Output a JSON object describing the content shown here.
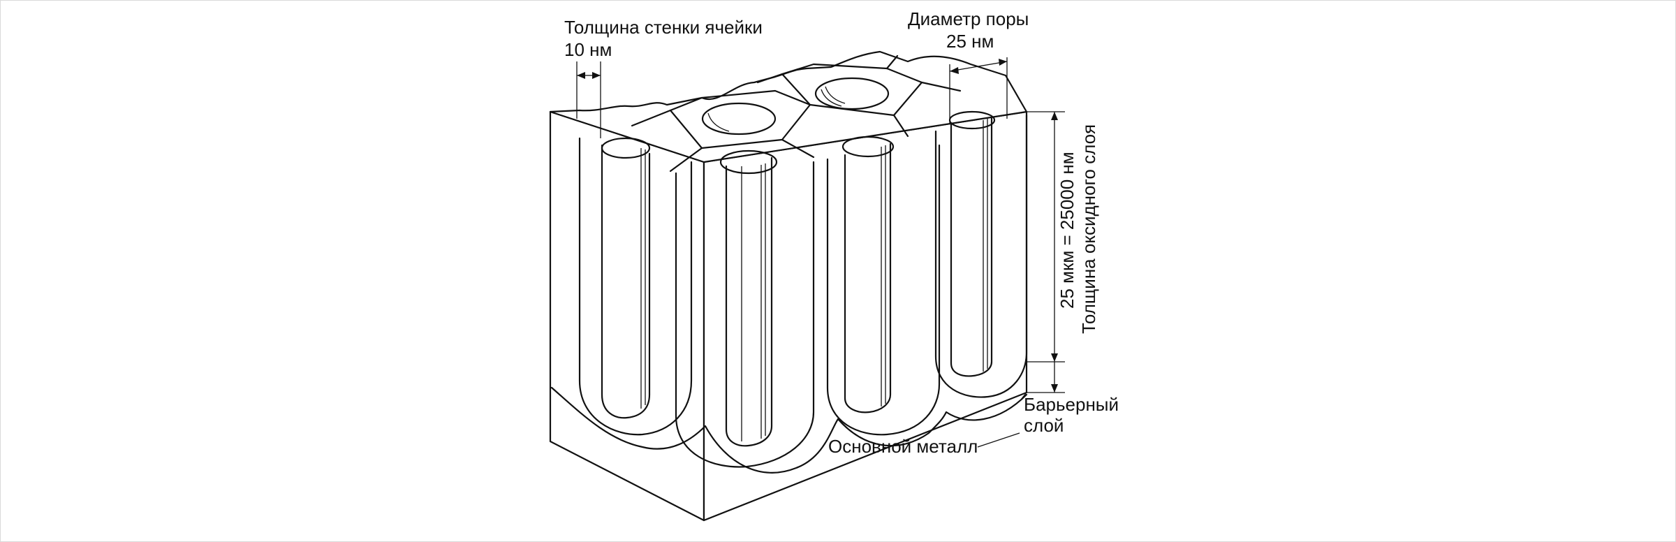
{
  "labels": {
    "cell_wall_thickness_title": "Толщина стенки ячейки",
    "cell_wall_thickness_value": "10 нм",
    "pore_diameter_title": "Диаметр поры",
    "pore_diameter_value": "25 нм",
    "oxide_thickness_value": "25 мкм = 25000 нм",
    "oxide_thickness_title": "Толщина оксидного слоя",
    "barrier_layer_line1": "Барьерный",
    "barrier_layer_line2": "слой",
    "base_metal": "Основной металл"
  },
  "colors": {
    "ink": "#111111",
    "background": "#ffffff"
  }
}
